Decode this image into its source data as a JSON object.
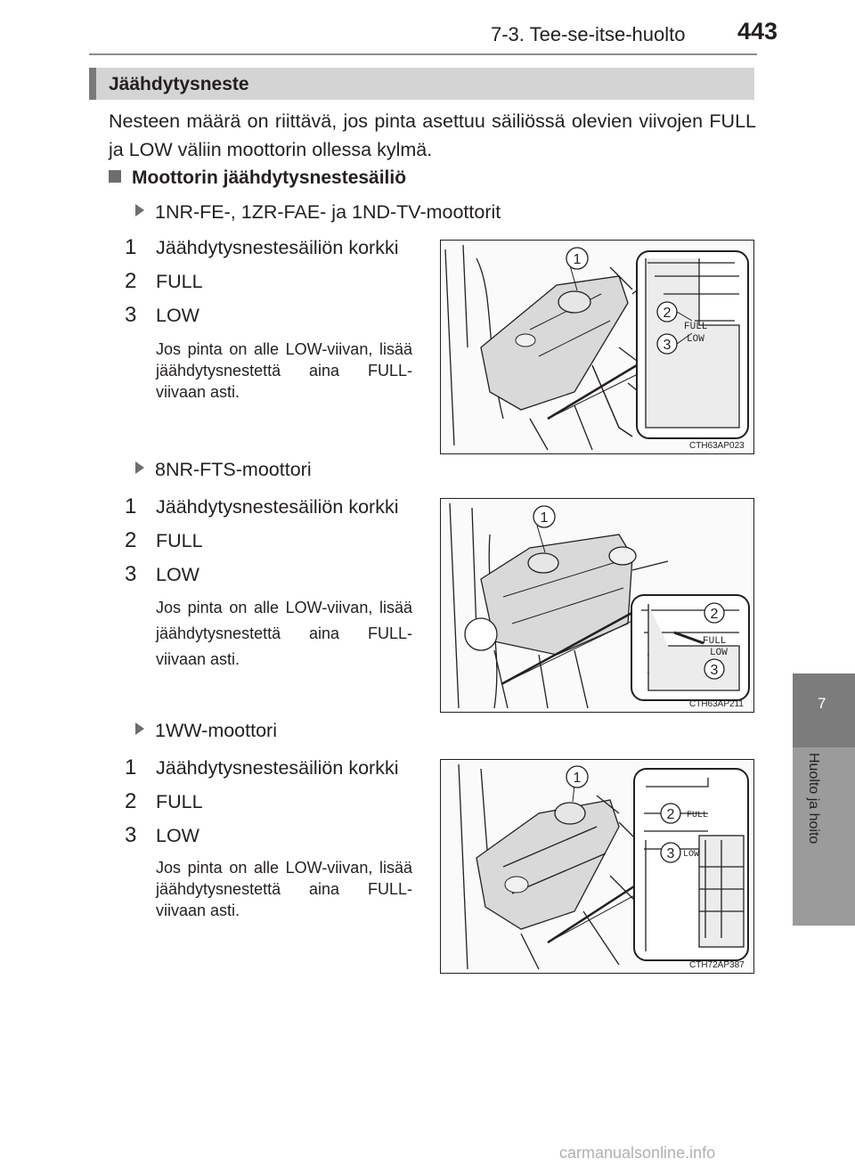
{
  "header": {
    "section": "7-3. Tee-se-itse-huolto",
    "page_number": "443"
  },
  "section": {
    "title": "Jäähdytysneste"
  },
  "intro": "Nesteen määrä on riittävä, jos pinta asettuu säiliössä olevien viivojen FULL ja LOW väliin moottorin ollessa kylmä.",
  "subheading": "Moottorin jäähdytysnestesäiliö",
  "variants": [
    {
      "title": "1NR-FE-, 1ZR-FAE- ja 1ND-TV-moottorit",
      "items": [
        {
          "num": "1",
          "label": "Jäähdytysnestesäiliön korkki"
        },
        {
          "num": "2",
          "label": "FULL"
        },
        {
          "num": "3",
          "label": "LOW"
        }
      ],
      "note": "Jos pinta on alle LOW-viivan, lisää jäähdytysnestettä aina FULL-viivaan asti.",
      "figure": {
        "code": "CTH63AP023",
        "callouts": [
          "1",
          "2",
          "3"
        ],
        "marks": [
          "FULL",
          "LOW"
        ]
      }
    },
    {
      "title": "8NR-FTS-moottori",
      "items": [
        {
          "num": "1",
          "label": "Jäähdytysnestesäiliön korkki"
        },
        {
          "num": "2",
          "label": "FULL"
        },
        {
          "num": "3",
          "label": "LOW"
        }
      ],
      "note": "Jos pinta on alle LOW-viivan, lisää jäähdytysnestettä aina FULL-viivaan asti.",
      "figure": {
        "code": "CTH63AP211",
        "callouts": [
          "1",
          "2",
          "3"
        ],
        "marks": [
          "FULL",
          "LOW"
        ]
      }
    },
    {
      "title": "1WW-moottori",
      "items": [
        {
          "num": "1",
          "label": "Jäähdytysnestesäiliön korkki"
        },
        {
          "num": "2",
          "label": "FULL"
        },
        {
          "num": "3",
          "label": "LOW"
        }
      ],
      "note": "Jos pinta on alle LOW-viivan, lisää jäähdytysnestettä aina FULL-viivaan asti.",
      "figure": {
        "code": "CTH72AP387",
        "callouts": [
          "1",
          "2",
          "3"
        ],
        "marks": [
          "FULL",
          "LOW"
        ]
      }
    }
  ],
  "side_tab": {
    "number": "7",
    "label": "Huolto ja hoito"
  },
  "watermark": "carmanualsonline.info"
}
